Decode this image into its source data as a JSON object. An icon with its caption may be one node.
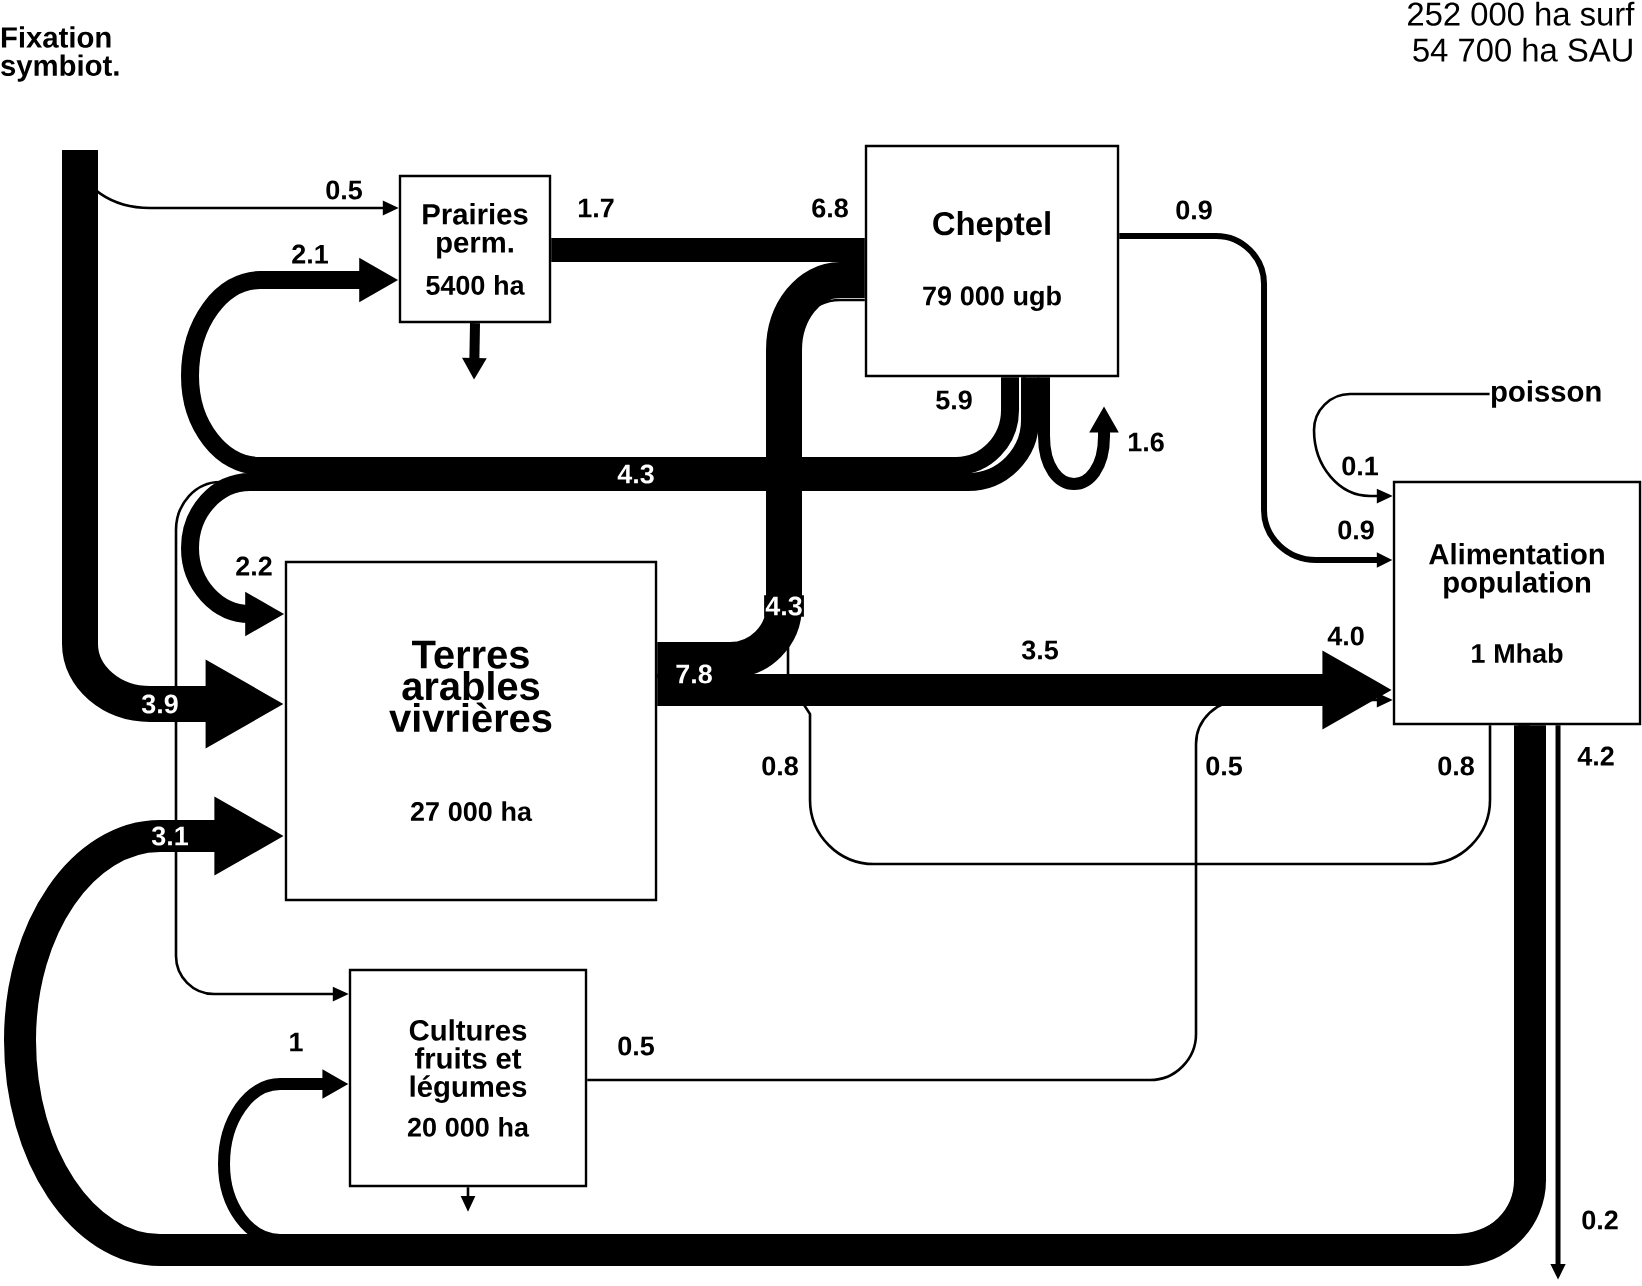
{
  "diagram": {
    "nodes": [
      {
        "text": [
          "Fixation symbiot."
        ]
      },
      {
        "text": [
          "Prairies perm.",
          "5400 ha"
        ]
      },
      {
        "text": [
          "Cheptel",
          "79 000 ugb"
        ]
      },
      {
        "text": [
          "poisson"
        ]
      },
      {
        "text": [
          "Terres arables vivrières",
          "27 000 ha"
        ]
      },
      {
        "text": [
          "Alimentation population",
          "1 Mhab"
        ]
      },
      {
        "text": [
          "Cultures fruits et légumes",
          "20 000 ha"
        ]
      }
    ],
    "edges": [
      {
        "from": 0,
        "to": 1,
        "arrow": "to",
        "label": "0.5"
      },
      {
        "from": 0,
        "to": 4,
        "arrow": "to",
        "label": "3.9",
        "style": "thick"
      },
      {
        "from": 1,
        "to": 2,
        "arrow": "none",
        "label": "1.7",
        "style": "thick"
      },
      {
        "from": 4,
        "to": 2,
        "arrow": "none",
        "label": "4.3",
        "style": "thick"
      },
      {
        "from": 4,
        "to": 5,
        "arrow": "to",
        "label": "3.5",
        "style": "thick"
      },
      {
        "from": 6,
        "to": 5,
        "arrow": "to",
        "label": "0.5"
      },
      {
        "from": 2,
        "to": 5,
        "arrow": "to",
        "label": "0.9"
      },
      {
        "from": 3,
        "to": 5,
        "arrow": "to",
        "label": "0.1"
      },
      {
        "from": 2,
        "to": 1,
        "arrow": "to",
        "label": "2.1"
      },
      {
        "from": 2,
        "to": 4,
        "arrow": "to",
        "label": "2.2"
      },
      {
        "from": 2,
        "to": 6,
        "arrow": "to"
      },
      {
        "from": 2,
        "to": null,
        "arrow": "to",
        "label": "1.6"
      },
      {
        "from": 1,
        "to": null,
        "arrow": "to"
      },
      {
        "from": 5,
        "to": 4,
        "arrow": "to",
        "label": "3.1",
        "style": "thick"
      },
      {
        "from": 5,
        "to": 6,
        "arrow": "to",
        "label": "1"
      },
      {
        "from": 5,
        "to": null,
        "arrow": "to",
        "label": "0.2"
      },
      {
        "from": 6,
        "to": null,
        "arrow": "to"
      },
      {
        "from": 5,
        "to": 2,
        "arrow": "none",
        "label": "0.8"
      }
    ],
    "labels": [
      "252 000 ha surf",
      "54 700 ha SAU",
      "6.8",
      "5.9",
      "4.3",
      "0.9",
      "4.0",
      "7.8",
      "0.8",
      "0.5",
      "4.2"
    ]
  }
}
